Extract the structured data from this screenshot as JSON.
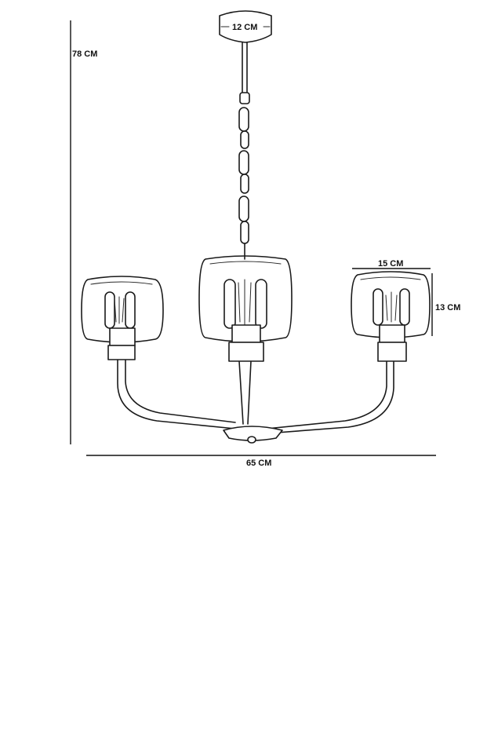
{
  "dimensions": {
    "height_label": "78 CM",
    "canopy_label": "12 CM",
    "shade_width_label": "15 CM",
    "shade_height_label": "13 CM",
    "total_width_label": "65 CM"
  },
  "colors": {
    "ink": "#1a1a1a",
    "background": "#ffffff"
  }
}
